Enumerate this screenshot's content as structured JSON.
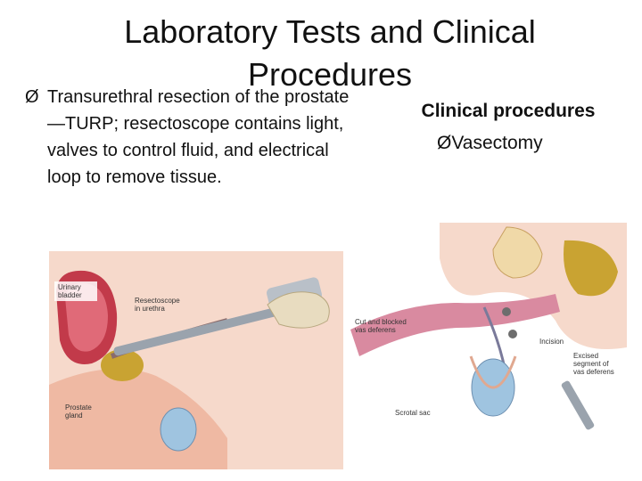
{
  "slide": {
    "title": "Laboratory Tests and Clinical Procedures",
    "left": {
      "bullet_marker": "Ø",
      "text": "Transurethral resection of the prostate—TURP; resectoscope contains light, valves to control fluid, and electrical loop to remove tissue."
    },
    "right": {
      "heading": "Clinical procedures",
      "bullet_marker": "Ø",
      "bullet": "Vasectomy"
    }
  },
  "figures": {
    "turp": {
      "labels": {
        "bladder_line1": "Urinary",
        "bladder_line2": "bladder",
        "scope_line1": "Resectoscope",
        "scope_line2": "in urethra",
        "prostate_line1": "Prostate",
        "prostate_line2": "gland"
      }
    },
    "vasectomy": {
      "labels": {
        "cut_line1": "Cut and blocked",
        "cut_line2": "vas deferens",
        "incision": "Incision",
        "excised_line1": "Excised",
        "excised_line2": "segment of",
        "excised_line3": "vas deferens",
        "scrotal": "Scrotal sac"
      }
    }
  },
  "colors": {
    "skin": "#f3c7b4",
    "tissue": "#d98aa0",
    "prostate": "#c9a332",
    "testis": "#9fc4e0",
    "instrument": "#9aa3ad"
  }
}
